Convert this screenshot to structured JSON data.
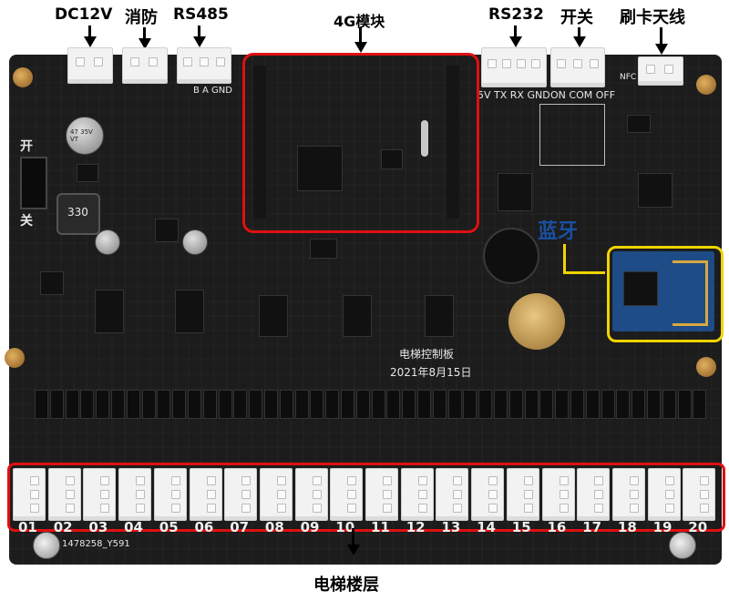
{
  "labels": {
    "dc12v": "DC12V",
    "fire": "消防",
    "rs485": "RS485",
    "module_4g": "4G模块",
    "rs232": "RS232",
    "switch": "开关",
    "card_antenna": "刷卡天线",
    "bluetooth": "蓝牙",
    "floors": "电梯楼层"
  },
  "silkscreen": {
    "board_name": "电梯控制板",
    "board_date": "2021年8月15日",
    "rs232_pins": "5V TX RX GND",
    "switch_pins": "ON COM OFF",
    "rs485_pins": "B  A  GND",
    "power_switch_on": "开",
    "power_switch_off": "关",
    "serial_code": "1478258_Y591",
    "nfc": "NFC",
    "inductor": "330",
    "cap_rating": "47 35V VT"
  },
  "floor_numbers": [
    "01",
    "02",
    "03",
    "04",
    "05",
    "06",
    "07",
    "08",
    "09",
    "10",
    "11",
    "12",
    "13",
    "14",
    "15",
    "16",
    "17",
    "18",
    "19",
    "20"
  ],
  "colors": {
    "highlight_red": "#e01010",
    "highlight_yellow": "#f0d400",
    "pcb": "#1c1c1c",
    "bluetooth_text": "#1a4fa0"
  }
}
